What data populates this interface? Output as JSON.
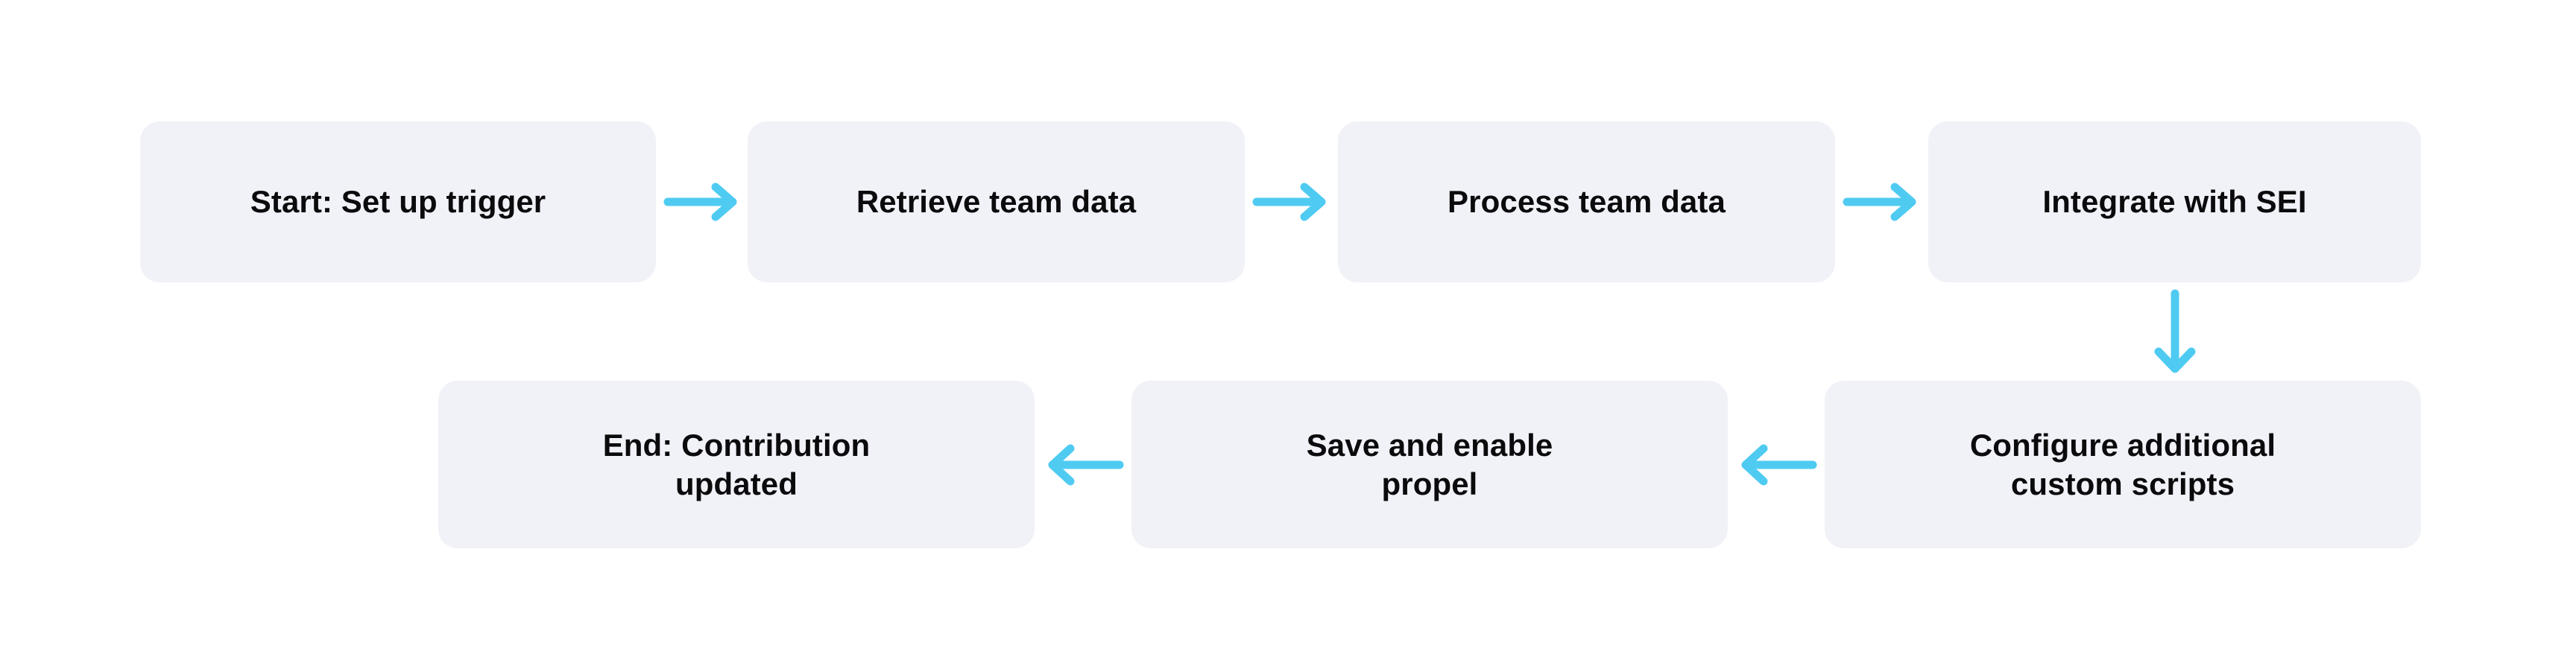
{
  "diagram": {
    "type": "flowchart",
    "title": "",
    "background_color": "#FFFFFF",
    "node_fill_color": "#F1F2F7",
    "node_text_color": "#0B0B0D",
    "arrow_color": "#4FCBF2",
    "direction": "left-to-right then right-to-left (serpentine)",
    "nodes": [
      {
        "id": "n1",
        "label": "Start: Set up trigger",
        "row": 1,
        "order": 1,
        "kind": "start"
      },
      {
        "id": "n2",
        "label": "Retrieve team data",
        "row": 1,
        "order": 2,
        "kind": "process"
      },
      {
        "id": "n3",
        "label": "Process team data",
        "row": 1,
        "order": 3,
        "kind": "process"
      },
      {
        "id": "n4",
        "label": "Integrate with SEI",
        "row": 1,
        "order": 4,
        "kind": "process"
      },
      {
        "id": "n5",
        "label": "Configure additional\ncustom scripts",
        "row": 2,
        "order": 1,
        "kind": "process"
      },
      {
        "id": "n6",
        "label": "Save and enable\npropel",
        "row": 2,
        "order": 2,
        "kind": "process"
      },
      {
        "id": "n7",
        "label": "End: Contribution\nupdated",
        "row": 2,
        "order": 3,
        "kind": "end"
      }
    ],
    "edges": [
      {
        "id": "e1",
        "from": "n1",
        "to": "n2",
        "direction": "right",
        "label": ""
      },
      {
        "id": "e2",
        "from": "n2",
        "to": "n3",
        "direction": "right",
        "label": ""
      },
      {
        "id": "e3",
        "from": "n3",
        "to": "n4",
        "direction": "right",
        "label": ""
      },
      {
        "id": "e4",
        "from": "n4",
        "to": "n5",
        "direction": "down",
        "label": ""
      },
      {
        "id": "e5",
        "from": "n5",
        "to": "n6",
        "direction": "left",
        "label": ""
      },
      {
        "id": "e6",
        "from": "n6",
        "to": "n7",
        "direction": "left",
        "label": ""
      }
    ]
  }
}
